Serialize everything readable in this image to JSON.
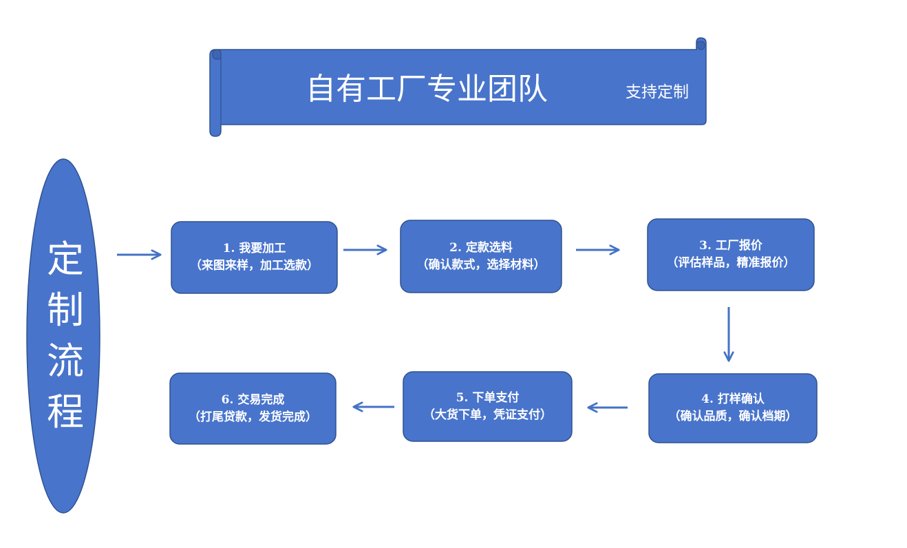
{
  "banner": {
    "title": "自有工厂专业团队",
    "subtitle": "支持定制"
  },
  "process_label": {
    "chars": [
      "定",
      "制",
      "流",
      "程"
    ]
  },
  "steps": [
    {
      "title": "1.  我要加工",
      "detail": "（来图来样，加工选款）"
    },
    {
      "title": "2.  定款选料",
      "detail": "（确认款式，选择材料）"
    },
    {
      "title": "3.  工厂报价",
      "detail": "（评估样品，精准报价）"
    },
    {
      "title": "4.  打样确认",
      "detail": "（确认品质，确认档期）"
    },
    {
      "title": "5.  下单支付",
      "detail": "（大货下单，凭证支付）"
    },
    {
      "title": "6.  交易完成",
      "detail": "（打尾贷款，发货完成）"
    }
  ],
  "colors": {
    "shape_fill": "#4874CB",
    "shape_stroke": "#2F528F",
    "arrow": "#4472C4",
    "text": "#FFFFFF"
  }
}
